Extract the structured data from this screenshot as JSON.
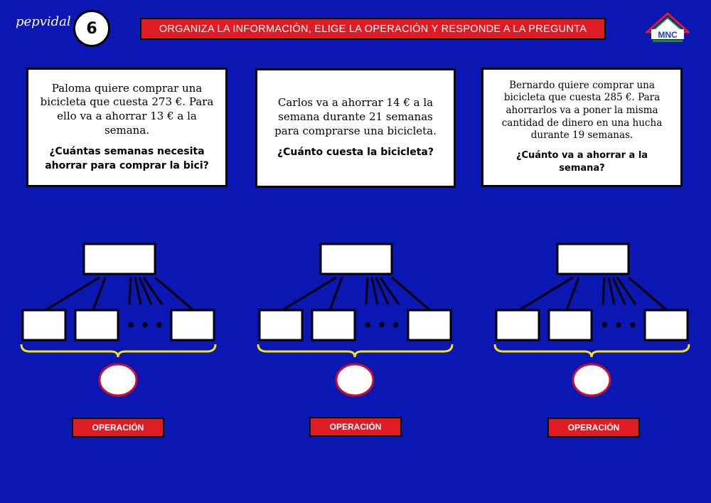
{
  "header": {
    "signature": "pepvidal",
    "number": "6",
    "title": "ORGANIZA LA INFORMACIÓN, ELIGE LA OPERACIÓN Y RESPONDE A LA PREGUNTA",
    "logo_text": "MNC"
  },
  "problems": [
    {
      "text": "Paloma quiere comprar una bicicleta que cuesta 273 €. Para ello va a ahorrar 13 € a la semana.",
      "question": "¿Cuántas semanas necesita ahorrar para comprar la bici?"
    },
    {
      "text": "Carlos va a ahorrar 14 € a la semana durante 21 semanas para comprarse una bicicleta.",
      "question": "¿Cuánto cuesta la bicicleta?"
    },
    {
      "text": "Bernardo quiere comprar una bicicleta que cuesta 285 €. Para ahorrarlos va a poner la misma cantidad de dinero en una hucha durante 19 semanas.",
      "question": "¿Cuánto va a ahorrar a la semana?"
    }
  ],
  "diagrams": {
    "ellipsis": "• • •",
    "operation_labels": [
      "OPERACIÓN",
      "OPERACIÓN",
      "OPERACIÓN"
    ]
  },
  "colors": {
    "background": "#0a17b3",
    "title_red": "#e01b24",
    "brace_yellow": "#f3e21a",
    "circle_border": "#c8102e"
  }
}
